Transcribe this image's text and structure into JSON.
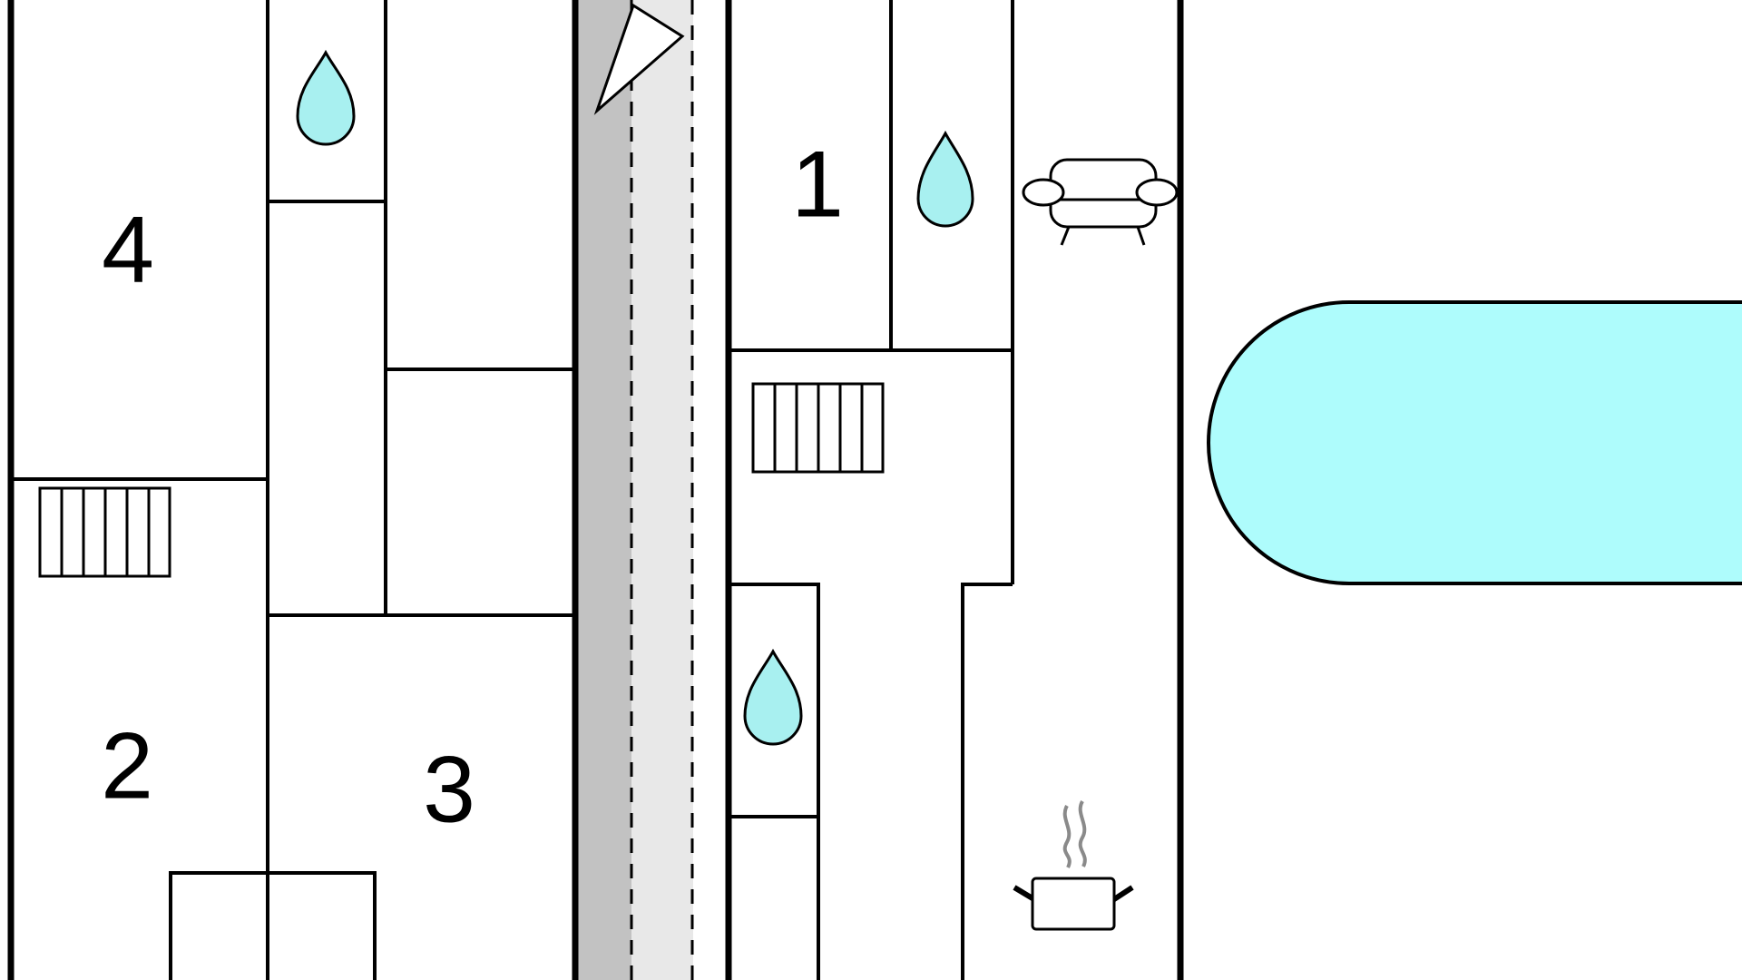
{
  "floor_plan": {
    "rooms": [
      {
        "id": "room-1",
        "label": "1"
      },
      {
        "id": "room-2",
        "label": "2"
      },
      {
        "id": "room-3",
        "label": "3"
      },
      {
        "id": "room-4",
        "label": "4"
      }
    ],
    "colors": {
      "water": "#a8f0f0",
      "pool": "#aefcfc",
      "road_dark": "#c2c2c2",
      "road_light": "#e8e8e8",
      "wall": "#000000",
      "steam": "#8a8a8a"
    },
    "icons": [
      "bathroom-drop-icon",
      "staircase-icon",
      "sofa-icon",
      "cooking-pot-icon",
      "north-arrow-icon",
      "pool-shape"
    ]
  }
}
